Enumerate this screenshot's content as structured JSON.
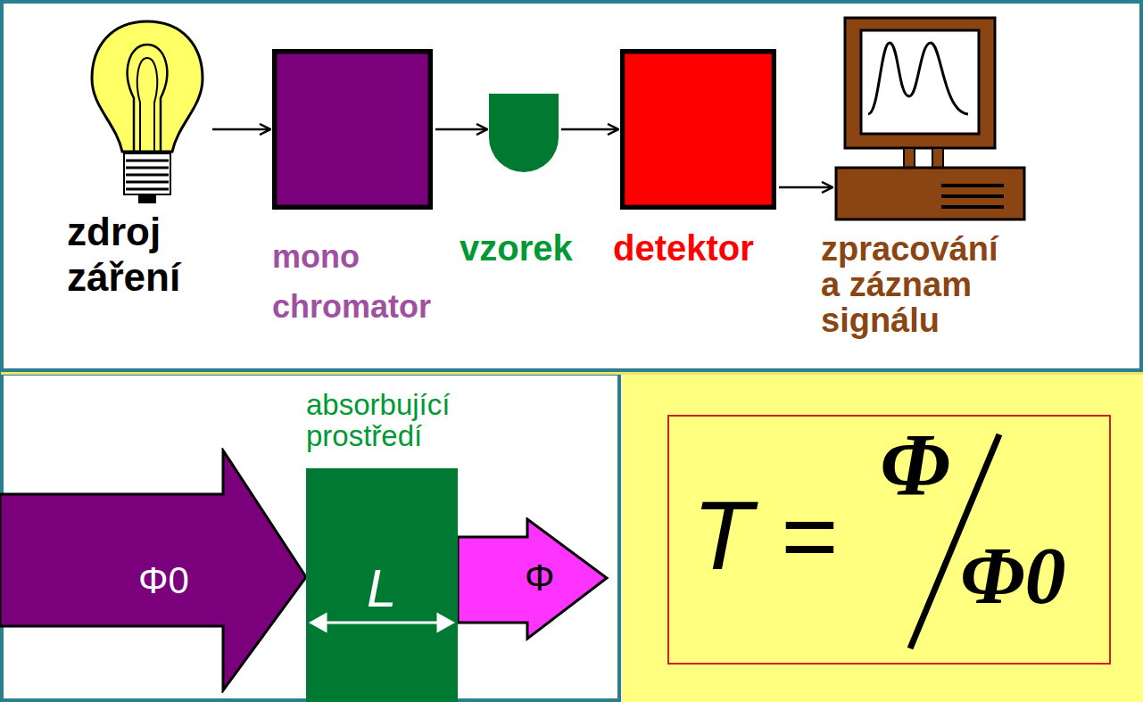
{
  "diagram": {
    "nodes": [
      {
        "text": [
          "zdroj záření"
        ]
      },
      {
        "text": [
          "mono chromator"
        ]
      },
      {
        "text": [
          "vzorek"
        ]
      },
      {
        "text": [
          "detektor"
        ]
      },
      {
        "text": [
          "zpracování a záznam signálu"
        ]
      },
      {
        "text": [
          "Φ0"
        ]
      },
      {
        "text": [
          "absorbující prostředí",
          "L"
        ]
      },
      {
        "text": [
          "Φ"
        ]
      },
      {
        "text": [
          "T =",
          "Φ",
          "Φ0"
        ]
      }
    ],
    "edges": [
      {
        "from": 0,
        "to": 1,
        "arrow": "to"
      },
      {
        "from": 1,
        "to": 2,
        "arrow": "to"
      },
      {
        "from": 2,
        "to": 3,
        "arrow": "to"
      },
      {
        "from": 3,
        "to": 4,
        "arrow": "to"
      }
    ]
  }
}
